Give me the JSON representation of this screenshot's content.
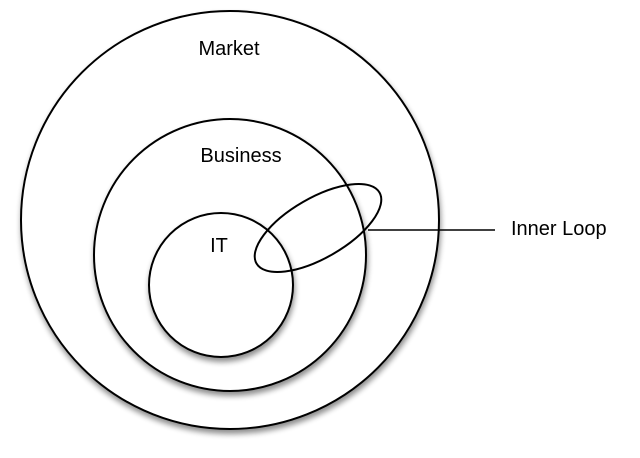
{
  "diagram": {
    "rings": [
      {
        "label": "Market"
      },
      {
        "label": "Business"
      },
      {
        "label": "IT"
      }
    ],
    "callout": {
      "label": "Inner Loop"
    },
    "colors": {
      "stroke": "#000000",
      "fill": "#ffffff",
      "shadow": "#8c8c8c"
    }
  }
}
